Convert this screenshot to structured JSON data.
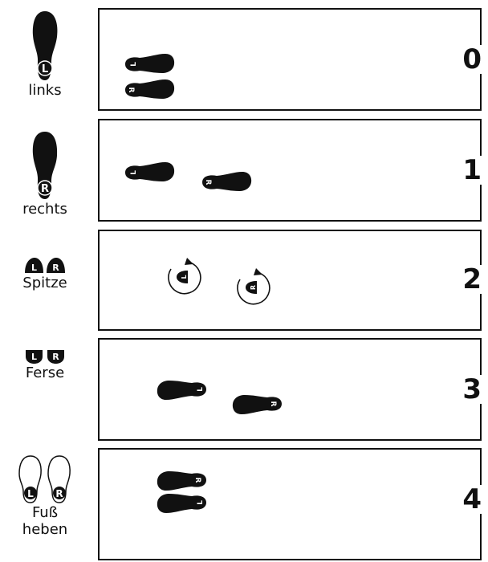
{
  "legend": {
    "left_foot": "links",
    "right_foot": "rechts",
    "toe": "Spitze",
    "heel": "Ferse",
    "lift_line1": "Fuß",
    "lift_line2": "heben",
    "letter_left": "L",
    "letter_right": "R"
  },
  "steps": [
    {
      "number": "0"
    },
    {
      "number": "1"
    },
    {
      "number": "2"
    },
    {
      "number": "3"
    },
    {
      "number": "4"
    }
  ],
  "colors": {
    "ink": "#111111",
    "background": "#ffffff"
  }
}
